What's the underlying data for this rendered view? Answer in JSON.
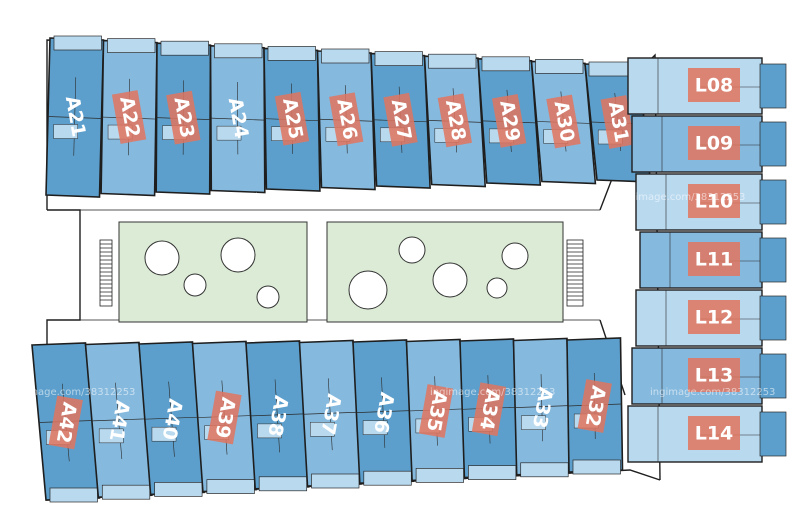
{
  "colors": {
    "wall": "#1e1e1e",
    "unit_dark": "#5c9fcc",
    "unit_mid": "#85b9de",
    "unit_light": "#b9d9ef",
    "highlight": "#e2745e",
    "courtyard": "#dcebd6",
    "tree": "#ffffff"
  },
  "top_row": [
    {
      "id": "A21",
      "highlight": false
    },
    {
      "id": "A22",
      "highlight": true
    },
    {
      "id": "A23",
      "highlight": true
    },
    {
      "id": "A24",
      "highlight": false
    },
    {
      "id": "A25",
      "highlight": true
    },
    {
      "id": "A26",
      "highlight": true
    },
    {
      "id": "A27",
      "highlight": true
    },
    {
      "id": "A28",
      "highlight": true
    },
    {
      "id": "A29",
      "highlight": true
    },
    {
      "id": "A30",
      "highlight": true
    },
    {
      "id": "A31",
      "highlight": true
    }
  ],
  "bottom_row": [
    {
      "id": "A42",
      "highlight": true
    },
    {
      "id": "A41",
      "highlight": false
    },
    {
      "id": "A40",
      "highlight": false
    },
    {
      "id": "A39",
      "highlight": true
    },
    {
      "id": "A38",
      "highlight": false
    },
    {
      "id": "A37",
      "highlight": false
    },
    {
      "id": "A36",
      "highlight": false
    },
    {
      "id": "A35",
      "highlight": true
    },
    {
      "id": "A34",
      "highlight": true
    },
    {
      "id": "A33",
      "highlight": false
    },
    {
      "id": "A32",
      "highlight": true
    }
  ],
  "right_block": [
    {
      "id": "L08",
      "highlight": true
    },
    {
      "id": "L09",
      "highlight": true
    },
    {
      "id": "L10",
      "highlight": true
    },
    {
      "id": "L11",
      "highlight": true
    },
    {
      "id": "L12",
      "highlight": true
    },
    {
      "id": "L13",
      "highlight": true
    },
    {
      "id": "L14",
      "highlight": true
    }
  ],
  "watermarks": [
    "ingimage.com/38312253",
    "ingimage.com/38312253",
    "ingimage.com/38312253",
    "ingimage.com/38312253",
    "ingimage.com/38312253"
  ]
}
